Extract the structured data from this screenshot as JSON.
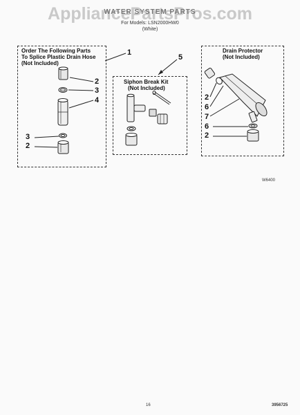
{
  "watermark": "AppliancePartsPros.com",
  "header": {
    "title": "WATER SYSTEM PARTS",
    "model_line": "For Models: LSN2000HW0",
    "variant": "(White)"
  },
  "groups": {
    "left": {
      "title_lines": [
        "Order The Following Parts",
        "To Splice Plastic Drain Hose",
        "(Not Included)"
      ],
      "callouts": [
        "1",
        "2",
        "3",
        "4",
        "3",
        "2"
      ]
    },
    "middle": {
      "title_lines": [
        "Siphon Break Kit",
        "(Not Included)"
      ],
      "callouts": [
        "5"
      ]
    },
    "right": {
      "title_lines": [
        "Drain Protector",
        "(Not Included)"
      ],
      "callouts": [
        "2",
        "6",
        "7",
        "6",
        "2"
      ]
    }
  },
  "figure_code": "W6400",
  "footer": {
    "page_number": "16",
    "part_number": "3956725"
  },
  "colors": {
    "line": "#222222",
    "watermark": "#c9c9c9",
    "background": "#fafafa"
  }
}
